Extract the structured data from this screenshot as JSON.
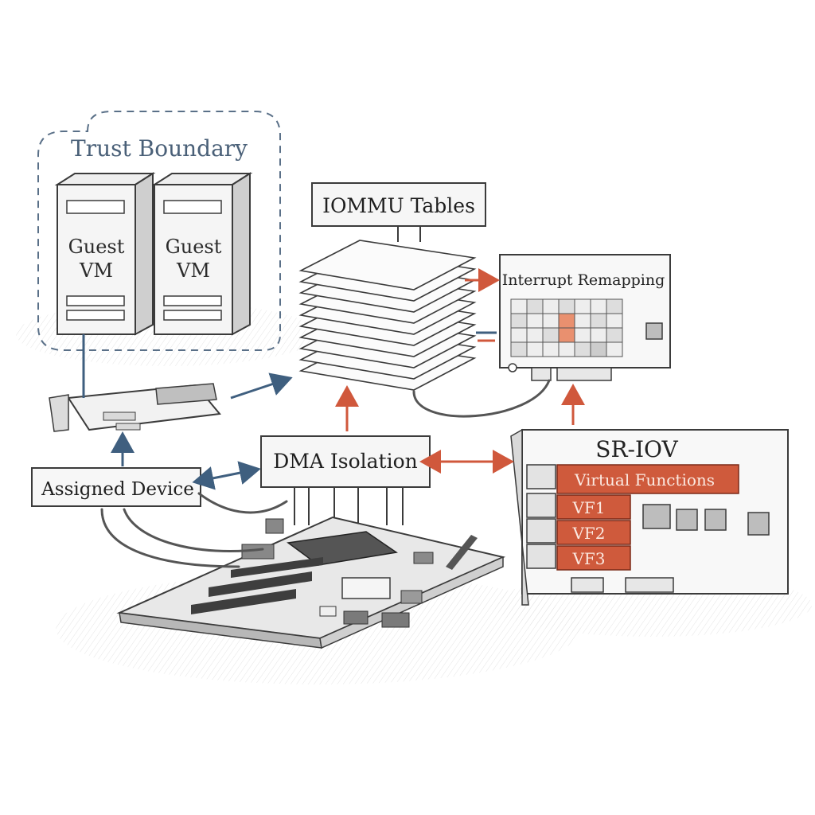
{
  "labels": {
    "trust_boundary": "Trust Boundary",
    "guest_vm_1": [
      "Guest",
      "VM"
    ],
    "guest_vm_2": [
      "Guest",
      "VM"
    ],
    "iommu_tables": "IOMMU Tables",
    "interrupt_remapping": "Interrupt Remapping",
    "dma_isolation": "DMA Isolation",
    "assigned_device": "Assigned Device",
    "sr_iov": "SR-IOV",
    "virtual_functions": "Virtual Functions",
    "vf1": "VF1",
    "vf2": "VF2",
    "vf3": "VF3"
  },
  "colors": {
    "ink": "#3b3b3b",
    "blue_arrow": "#3f5f7f",
    "red_arrow": "#d0583c",
    "vf_fill": "#cf5a3c",
    "trust_stroke": "#5a7088"
  }
}
